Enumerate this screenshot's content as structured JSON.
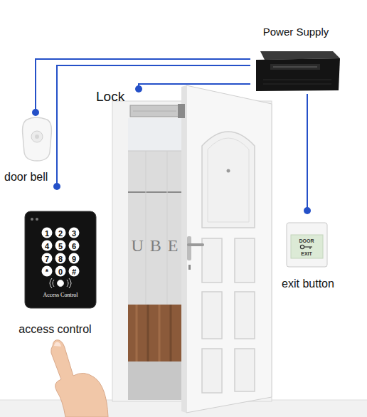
{
  "diagram": {
    "nodes": [
      {
        "text": [
          "Power Supply"
        ]
      },
      {
        "text": [
          "Lock"
        ]
      },
      {
        "text": [
          "door bell"
        ]
      },
      {
        "text": [
          "access control"
        ]
      },
      {
        "text": [
          "exit button"
        ]
      }
    ],
    "edges": [
      {
        "from": 0,
        "to": 2,
        "arrow": "none"
      },
      {
        "from": 0,
        "to": 3,
        "arrow": "none"
      },
      {
        "from": 0,
        "to": 1,
        "arrow": "none"
      },
      {
        "from": 0,
        "to": 4,
        "arrow": "none"
      }
    ],
    "labels": [
      "UBE",
      "1",
      "2",
      "3",
      "4",
      "5",
      "6",
      "7",
      "8",
      "9",
      "*",
      "0",
      "#",
      "Access Control",
      "DOOR",
      "EXIT"
    ]
  }
}
